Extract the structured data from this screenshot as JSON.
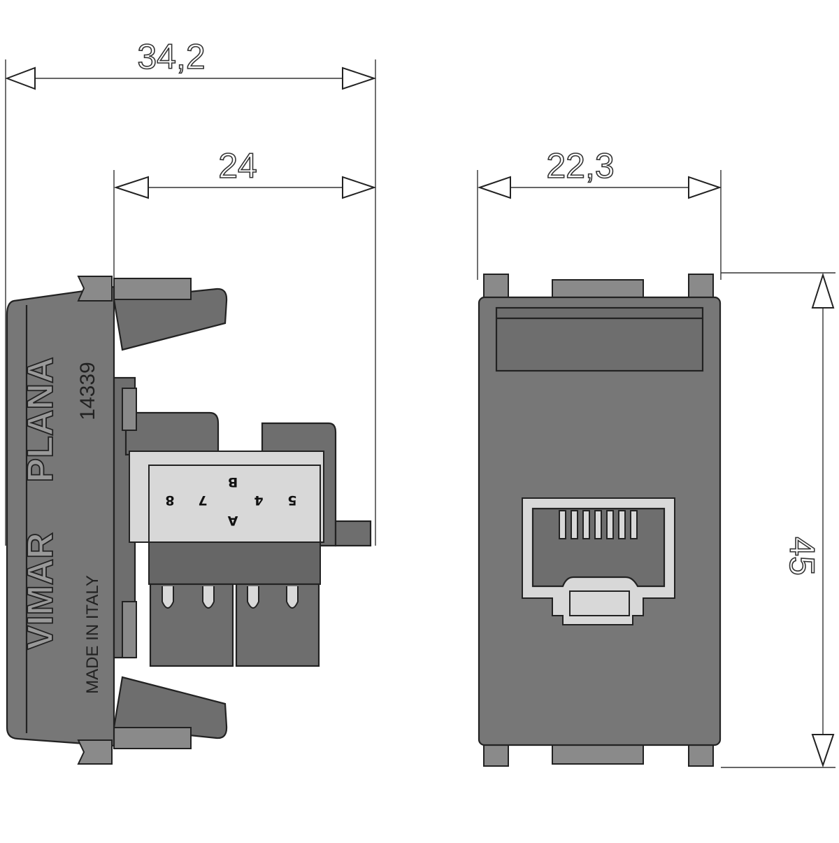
{
  "dimensions": {
    "overall_depth": "34,2",
    "body_depth": "24",
    "front_width": "22,3",
    "front_height": "45"
  },
  "side_view": {
    "brand": "VIMAR",
    "series": "PLANA",
    "code": "14339",
    "origin": "MADE IN ITALY",
    "pair_label_top": "B",
    "pair_label_bottom": "A",
    "pin_numbers": [
      "8",
      "7",
      "4",
      "5"
    ]
  },
  "colors": {
    "body": "#777777",
    "line": "#222222",
    "terminal": "#d8d8d8"
  }
}
